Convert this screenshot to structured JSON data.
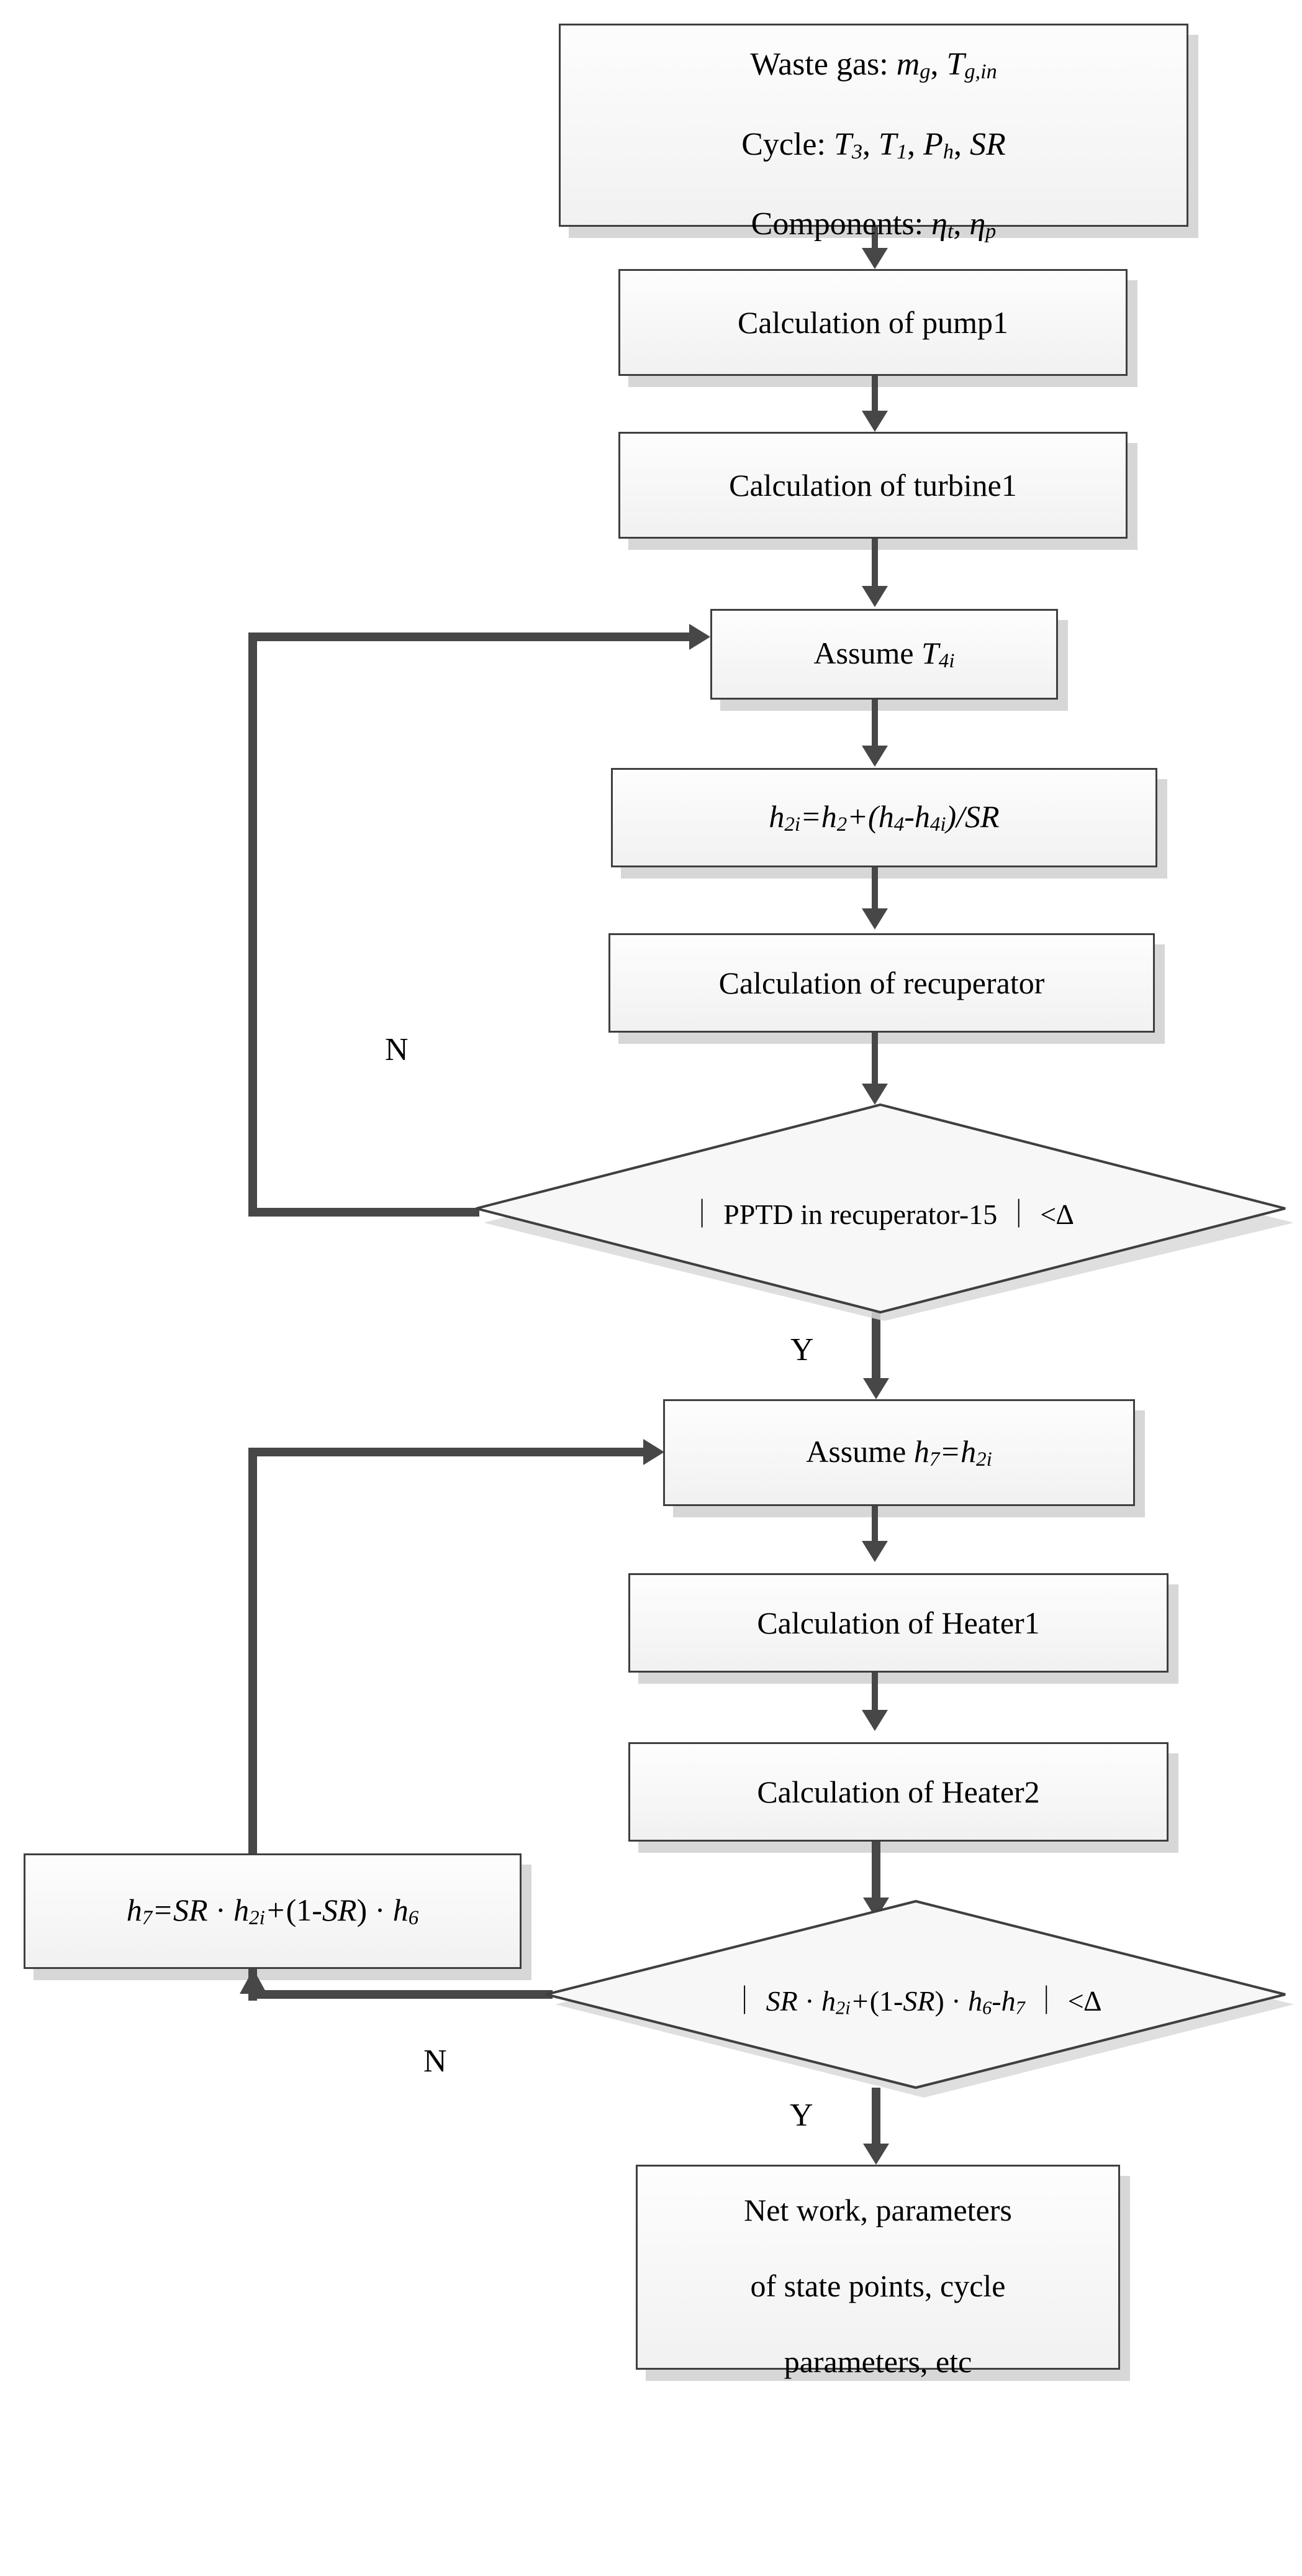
{
  "diagram": {
    "title": "Thermodynamic cycle calculation flowchart",
    "accent_border": "#3f3f3f",
    "connector_color": "#474747",
    "node_fill": "#f7f7f7",
    "shadow_color": "#d7d7d7"
  },
  "nodes": {
    "inputs": {
      "line1": "Waste gas: m",
      "line1_sub": "g",
      "line1_b": ", T",
      "line1_sub_b": "g,in",
      "line2": "Cycle: T",
      "line2_sub": "3",
      "line2_b": ", T",
      "line2_sub_b": "1",
      "line2_c": ", P",
      "line2_sub_c": "h",
      "line2_d": ", SR",
      "line3": "Components: η",
      "line3_sub": "t",
      "line3_b": ", η",
      "line3_sub_b": "p"
    },
    "pump1": {
      "label": "Calculation of pump1"
    },
    "turbine1": {
      "label": "Calculation of turbine1"
    },
    "assume_t4i": {
      "prefix": "Assume ",
      "sym": "T",
      "sub": "4i"
    },
    "h2i_eq": {
      "parts": [
        "h",
        "2i",
        "=h",
        "2",
        "+(h",
        "4",
        "-h",
        "4i",
        ")/SR"
      ]
    },
    "recuperator": {
      "label": "Calculation of recuperator"
    },
    "decision1": {
      "text": "｜ PPTD in recuperator-15 ｜ <∆",
      "plain": "| PPTD in recuperator-15 | < Δ"
    },
    "assume_h7": {
      "prefix": "Assume ",
      "sym": "h",
      "sub": "7",
      "eq": "=h",
      "sub2": "2i"
    },
    "heater1": {
      "label": "Calculation of Heater1"
    },
    "heater2": {
      "label": "Calculation of Heater2"
    },
    "h7_eq": {
      "plain": "h7=SR · h2i+(1-SR) · h6"
    },
    "decision2": {
      "plain": "| SR · h2i+(1-SR) · h6-h7 | < Δ"
    },
    "output": {
      "line1": "Net work, parameters",
      "line2": "of state points,  cycle",
      "line3": "parameters, etc"
    }
  },
  "branch_labels": {
    "no_1": "N",
    "yes_1": "Y",
    "no_2": "N",
    "yes_2": "Y"
  }
}
